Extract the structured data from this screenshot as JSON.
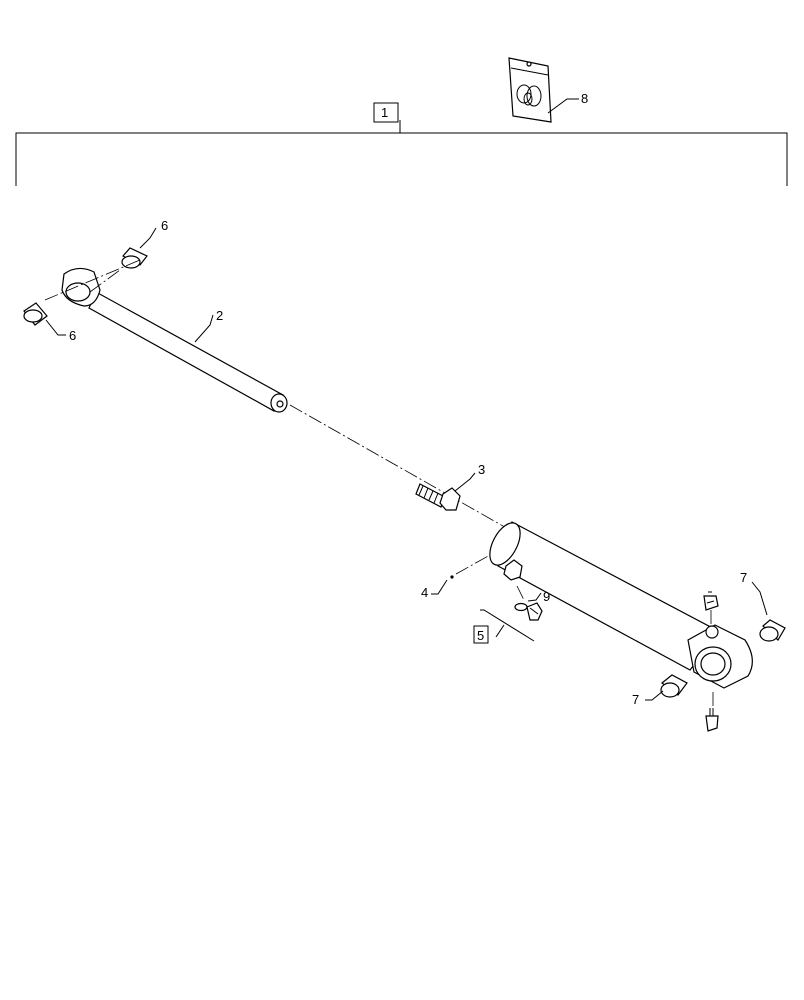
{
  "callouts": {
    "assembly": "1",
    "rod": "2",
    "bolt": "3",
    "grease": "4",
    "kit": "5",
    "bushing_rod_top": "6",
    "bushing_rod_bottom": "6",
    "bushing_barrel_right": "7",
    "bushing_barrel_left": "7",
    "seal_kit": "8",
    "oring": "9"
  }
}
